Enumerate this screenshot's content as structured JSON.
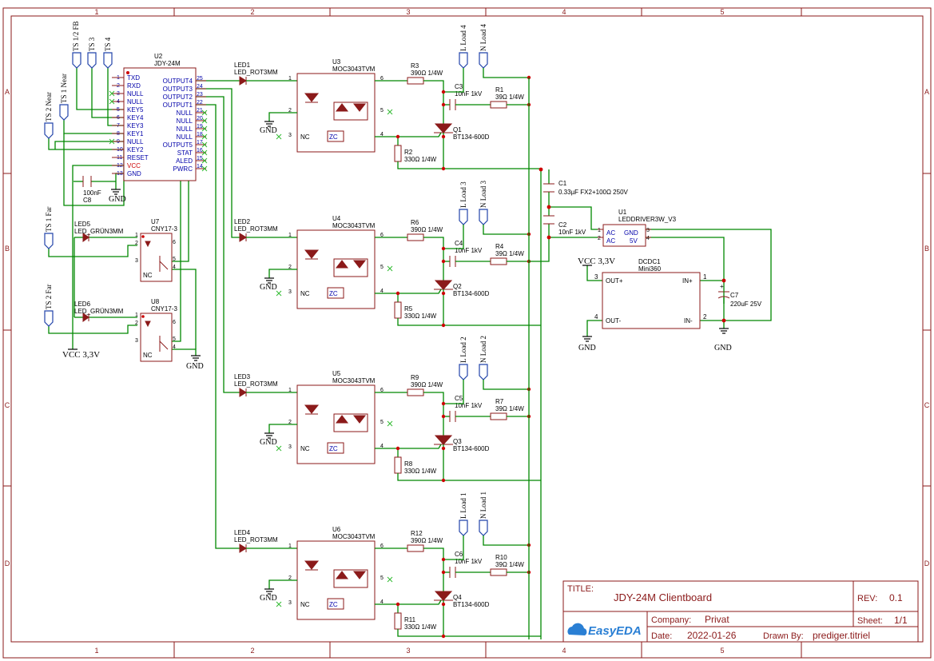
{
  "title_block": {
    "title_label": "TITLE:",
    "title": "JDY-24M Clientboard",
    "rev_label": "REV:",
    "rev": "0.1",
    "company_label": "Company:",
    "company": "Privat",
    "sheet_label": "Sheet:",
    "sheet": "1/1",
    "date_label": "Date:",
    "date": "2022-01-26",
    "drawn_label": "Drawn By:",
    "drawn_by": "prediger.titriel",
    "logo": "EasyEDA",
    "logo_icon": "cloud-icon"
  },
  "border": {
    "columns": [
      "1",
      "2",
      "3",
      "4",
      "5"
    ],
    "rows": [
      "A",
      "B",
      "C",
      "D"
    ]
  },
  "ports": {
    "ts12fb": "TS 1/2 FB",
    "ts3": "TS 3",
    "ts4": "TS 4",
    "ts1near": "TS 1 Near",
    "ts2near": "TS 2 Near",
    "ts1far": "TS 1 Far",
    "ts2far": "TS 2 Far",
    "l4": "L Load 4",
    "n4": "N Load 4",
    "l3": "L Load 3",
    "n3": "N Load 3",
    "l2": "L Load 2",
    "n2": "N Load 2",
    "l1": "L Load 1",
    "n1": "N Load 1"
  },
  "u2": {
    "ref": "U2",
    "name": "JDY-24M",
    "left_pins": [
      {
        "n": "1",
        "name": "TXD"
      },
      {
        "n": "2",
        "name": "RXD"
      },
      {
        "n": "3",
        "name": "NULL"
      },
      {
        "n": "4",
        "name": "NULL"
      },
      {
        "n": "5",
        "name": "KEY5"
      },
      {
        "n": "6",
        "name": "KEY4"
      },
      {
        "n": "7",
        "name": "KEY3"
      },
      {
        "n": "8",
        "name": "KEY1"
      },
      {
        "n": "9",
        "name": "NULL"
      },
      {
        "n": "10",
        "name": "KEY2"
      },
      {
        "n": "11",
        "name": "RESET"
      },
      {
        "n": "12",
        "name": "VCC"
      },
      {
        "n": "13",
        "name": "GND"
      }
    ],
    "right_pins": [
      {
        "n": "25",
        "name": "OUTPUT4"
      },
      {
        "n": "24",
        "name": "OUTPUT3"
      },
      {
        "n": "23",
        "name": "OUTPUT2"
      },
      {
        "n": "22",
        "name": "OUTPUT1"
      },
      {
        "n": "21",
        "name": "NULL"
      },
      {
        "n": "20",
        "name": "NULL"
      },
      {
        "n": "19",
        "name": "NULL"
      },
      {
        "n": "18",
        "name": "NULL"
      },
      {
        "n": "17",
        "name": "OUTPUT5"
      },
      {
        "n": "16",
        "name": "STAT"
      },
      {
        "n": "15",
        "name": "ALED"
      },
      {
        "n": "14",
        "name": "PWRC"
      }
    ]
  },
  "c8": {
    "ref": "C8",
    "value": "100nF"
  },
  "optos": [
    {
      "led_ref": "LED5",
      "led_val": "LED_GRÜN3MM",
      "u_ref": "U7",
      "u_val": "CNY17-3",
      "nc": "NC",
      "p1": "1",
      "p2": "2",
      "p3": "3",
      "p4": "4",
      "p5": "5",
      "p6": "6"
    },
    {
      "led_ref": "LED6",
      "led_val": "LED_GRÜN3MM",
      "u_ref": "U8",
      "u_val": "CNY17-3",
      "nc": "NC",
      "p1": "1",
      "p2": "2",
      "p3": "3",
      "p4": "4",
      "p5": "5",
      "p6": "6"
    }
  ],
  "channels": [
    {
      "led_ref": "LED1",
      "led_val": "LED_ROT3MM",
      "u_ref": "U3",
      "u_val": "MOC3043TVM",
      "r_ref": "R3",
      "r_val": "390Ω 1/4W",
      "c_ref": "C3",
      "c_val": "10nF 1kV",
      "rs_ref": "R1",
      "rs_val": "39Ω 1/4W",
      "q_ref": "Q1",
      "q_val": "BT134-600D",
      "rg_ref": "R2",
      "rg_val": "330Ω 1/4W"
    },
    {
      "led_ref": "LED2",
      "led_val": "LED_ROT3MM",
      "u_ref": "U4",
      "u_val": "MOC3043TVM",
      "r_ref": "R6",
      "r_val": "390Ω 1/4W",
      "c_ref": "C4",
      "c_val": "10nF 1kV",
      "rs_ref": "R4",
      "rs_val": "39Ω 1/4W",
      "q_ref": "Q2",
      "q_val": "BT134-600D",
      "rg_ref": "R5",
      "rg_val": "330Ω 1/4W"
    },
    {
      "led_ref": "LED3",
      "led_val": "LED_ROT3MM",
      "u_ref": "U5",
      "u_val": "MOC3043TVM",
      "r_ref": "R9",
      "r_val": "390Ω 1/4W",
      "c_ref": "C5",
      "c_val": "10nF 1kV",
      "rs_ref": "R7",
      "rs_val": "39Ω 1/4W",
      "q_ref": "Q3",
      "q_val": "BT134-600D",
      "rg_ref": "R8",
      "rg_val": "330Ω 1/4W"
    },
    {
      "led_ref": "LED4",
      "led_val": "LED_ROT3MM",
      "u_ref": "U6",
      "u_val": "MOC3043TVM",
      "r_ref": "R12",
      "r_val": "390Ω 1/4W",
      "c_ref": "C6",
      "c_val": "10nF 1kV",
      "rs_ref": "R10",
      "rs_val": "39Ω 1/4W",
      "q_ref": "Q4",
      "q_val": "BT134-600D",
      "rg_ref": "R11",
      "rg_val": "330Ω 1/4W"
    }
  ],
  "moc_pins": {
    "p1": "1",
    "p2": "2",
    "p3": "3",
    "p4": "4",
    "p5": "5",
    "p6": "6",
    "nc": "NC",
    "zc": "ZC"
  },
  "c1": {
    "ref": "C1",
    "value": "0.33µF FX2+100Ω 250V"
  },
  "c2": {
    "ref": "C2",
    "value": "10nF 1kV"
  },
  "u1": {
    "ref": "U1",
    "name": "LEDDRIVER3W_V3",
    "ac": "AC",
    "gnd": "GND",
    "v5": "5V",
    "p1": "1",
    "p2": "2",
    "p3": "3",
    "p4": "4"
  },
  "dcdc": {
    "ref": "DCDC1",
    "name": "Mini360",
    "outp": "OUT+",
    "outm": "OUT-",
    "inp": "IN+",
    "inm": "IN-",
    "p1": "1",
    "p2": "2",
    "p3": "3",
    "p4": "4"
  },
  "c7": {
    "ref": "C7",
    "value": "220uF 25V",
    "plus": "+"
  },
  "power": {
    "gnd": "GND",
    "vcc": "VCC 3,3V"
  }
}
